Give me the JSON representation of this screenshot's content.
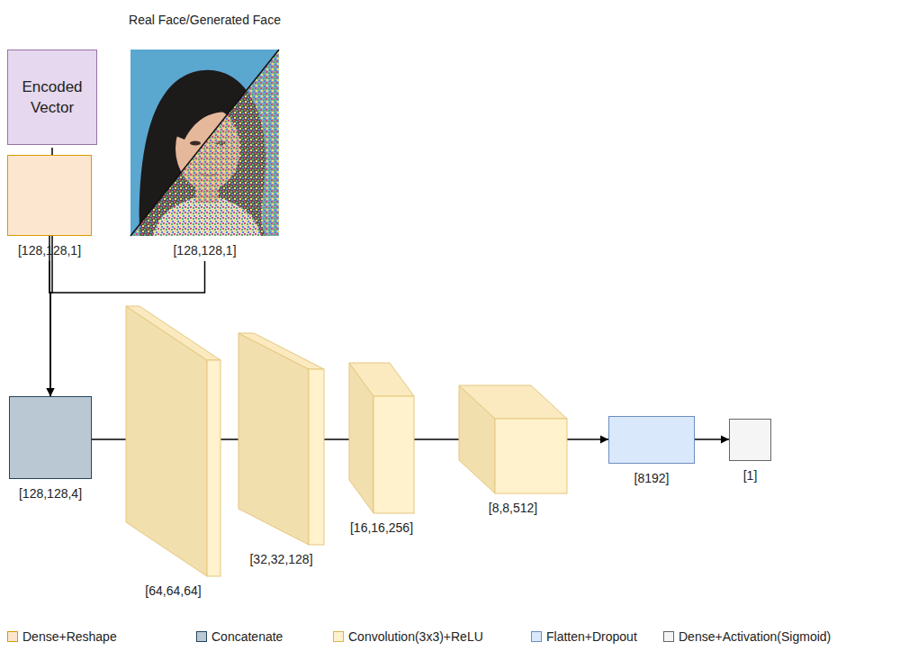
{
  "diagram": {
    "nodes": [
      {
        "text": [
          "Encoded Vector"
        ]
      },
      {
        "text": [
          "[128,128,1]"
        ]
      },
      {
        "text": [
          "Real Face/Generated Face",
          "[128,128,1]"
        ]
      },
      {
        "text": [
          "[128,128,4]"
        ]
      },
      {
        "text": [
          "[64,64,64]"
        ]
      },
      {
        "text": [
          "[32,32,128]"
        ]
      },
      {
        "text": [
          "[16,16,256]"
        ]
      },
      {
        "text": [
          "[8,8,512]"
        ]
      },
      {
        "text": [
          "[8192]"
        ]
      },
      {
        "text": [
          "[1]"
        ]
      }
    ],
    "edges": [
      {
        "from": 0,
        "to": 1,
        "arrow": "to"
      },
      {
        "from": 1,
        "to": 3,
        "arrow": "to"
      },
      {
        "from": 2,
        "to": 3,
        "arrow": "to"
      },
      {
        "from": 3,
        "to": 4,
        "arrow": "to"
      },
      {
        "from": 4,
        "to": 5,
        "arrow": "to"
      },
      {
        "from": 5,
        "to": 6,
        "arrow": "to"
      },
      {
        "from": 6,
        "to": 7,
        "arrow": "to"
      },
      {
        "from": 7,
        "to": 8,
        "arrow": "to"
      },
      {
        "from": 8,
        "to": 9,
        "arrow": "to"
      }
    ],
    "legend": [
      {
        "text": "Dense+Reshape",
        "color": "#fde6cf"
      },
      {
        "text": "Concatenate",
        "color": "#bac8d3"
      },
      {
        "text": "Convolution(3x3)+ReLU",
        "color": "#fff2cc"
      },
      {
        "text": "Flatten+Dropout",
        "color": "#dae8fc"
      },
      {
        "text": "Dense+Activation(Sigmoid)",
        "color": "#f5f5f5"
      }
    ]
  }
}
